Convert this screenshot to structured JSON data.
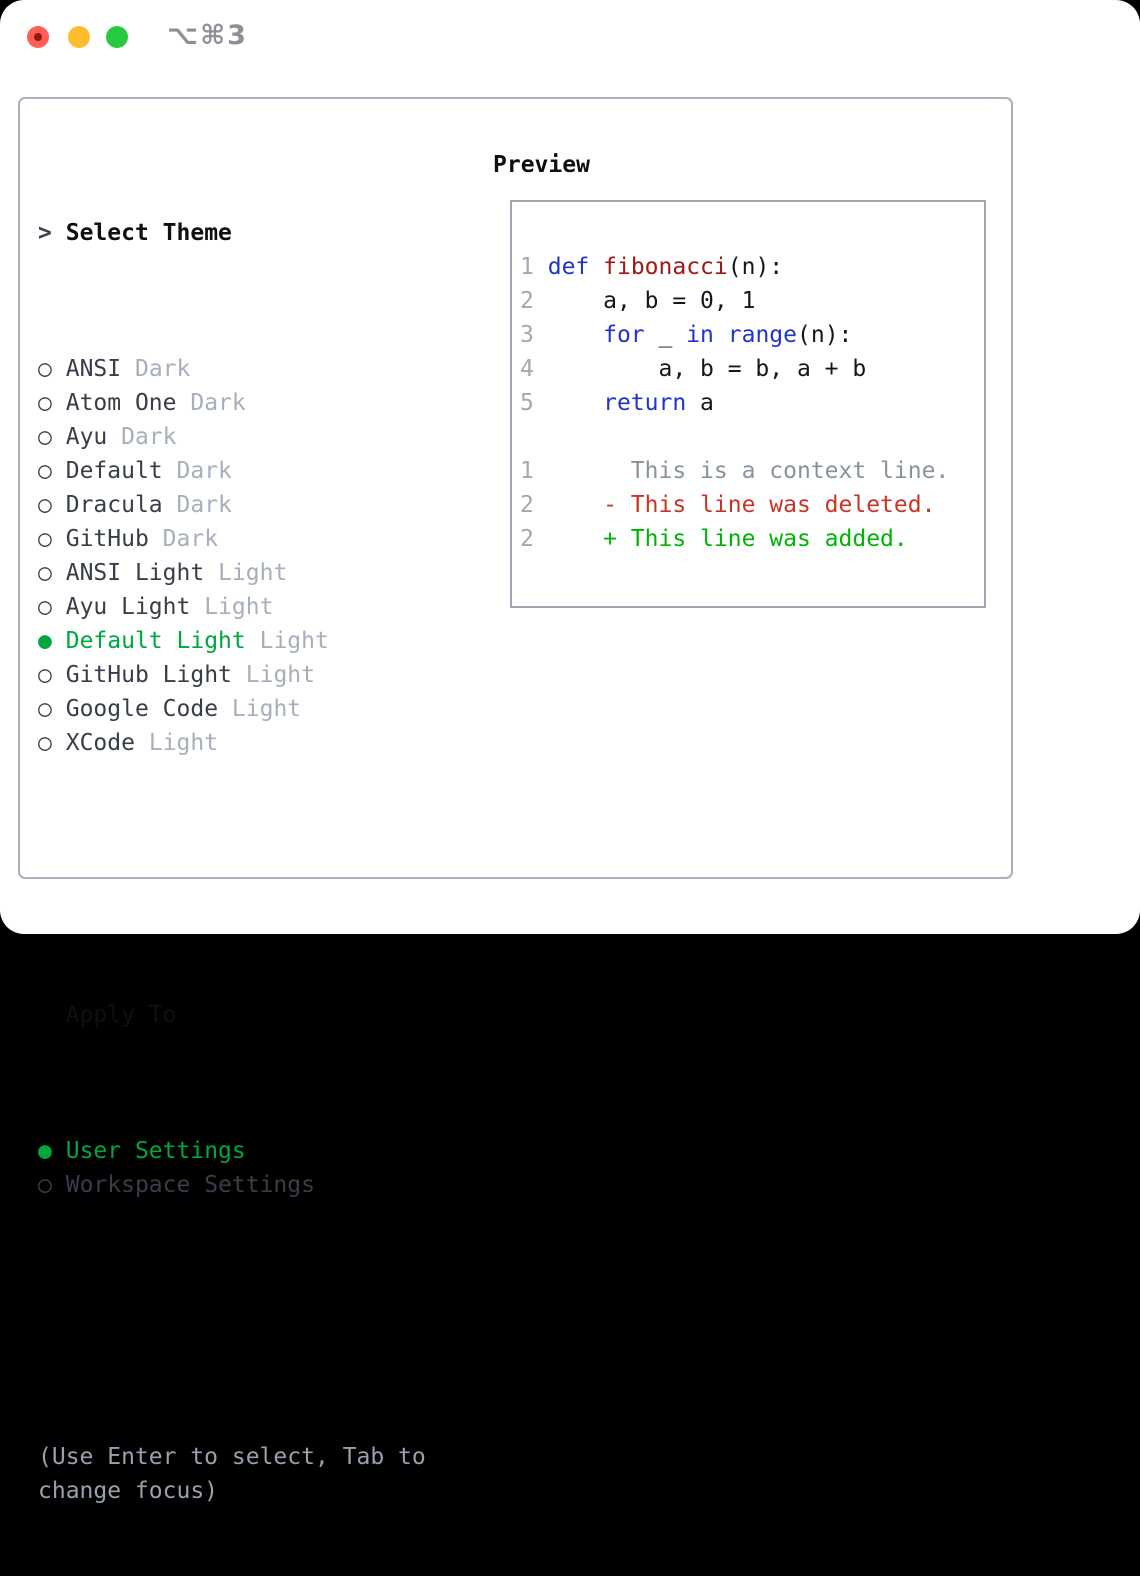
{
  "window": {
    "title": "⌥⌘3"
  },
  "theme_picker": {
    "prompt_marker": ">",
    "header": "Select Theme",
    "radio_unselected": "○",
    "radio_selected": "●",
    "options": [
      {
        "name": "ANSI",
        "variant": "Dark",
        "selected": false
      },
      {
        "name": "Atom One",
        "variant": "Dark",
        "selected": false
      },
      {
        "name": "Ayu",
        "variant": "Dark",
        "selected": false
      },
      {
        "name": "Default",
        "variant": "Dark",
        "selected": false
      },
      {
        "name": "Dracula",
        "variant": "Dark",
        "selected": false
      },
      {
        "name": "GitHub",
        "variant": "Dark",
        "selected": false
      },
      {
        "name": "ANSI Light",
        "variant": "Light",
        "selected": false
      },
      {
        "name": "Ayu Light",
        "variant": "Light",
        "selected": false
      },
      {
        "name": "Default Light",
        "variant": "Light",
        "selected": true
      },
      {
        "name": "GitHub Light",
        "variant": "Light",
        "selected": false
      },
      {
        "name": "Google Code",
        "variant": "Light",
        "selected": false
      },
      {
        "name": "XCode",
        "variant": "Light",
        "selected": false
      }
    ],
    "apply_to": {
      "header": "Apply To",
      "options": [
        {
          "name": "User Settings",
          "selected": true
        },
        {
          "name": "Workspace Settings",
          "selected": false
        }
      ]
    },
    "hint": "(Use Enter to select, Tab to change focus)"
  },
  "preview": {
    "header": "Preview",
    "lines": [
      [
        {
          "t": "1",
          "c": "ln"
        },
        {
          "t": " ",
          "c": "pl"
        },
        {
          "t": "def",
          "c": "kw"
        },
        {
          "t": " ",
          "c": "pl"
        },
        {
          "t": "fibonacci",
          "c": "fn"
        },
        {
          "t": "(n):",
          "c": "pl"
        }
      ],
      [
        {
          "t": "2",
          "c": "ln"
        },
        {
          "t": "     a, b = 0, 1",
          "c": "pl"
        }
      ],
      [
        {
          "t": "3",
          "c": "ln"
        },
        {
          "t": "     ",
          "c": "pl"
        },
        {
          "t": "for",
          "c": "kw"
        },
        {
          "t": " _ ",
          "c": "pl"
        },
        {
          "t": "in",
          "c": "kw"
        },
        {
          "t": " ",
          "c": "pl"
        },
        {
          "t": "range",
          "c": "kw"
        },
        {
          "t": "(n):",
          "c": "pl"
        }
      ],
      [
        {
          "t": "4",
          "c": "ln"
        },
        {
          "t": "         a, b = b, a + b",
          "c": "pl"
        }
      ],
      [
        {
          "t": "5",
          "c": "ln"
        },
        {
          "t": "     ",
          "c": "pl"
        },
        {
          "t": "return",
          "c": "kw"
        },
        {
          "t": " a",
          "c": "pl"
        }
      ],
      [],
      [
        {
          "t": "1",
          "c": "ln"
        },
        {
          "t": "       ",
          "c": "pl"
        },
        {
          "t": "This is a context line.",
          "c": "ctx"
        }
      ],
      [
        {
          "t": "2",
          "c": "ln"
        },
        {
          "t": "     ",
          "c": "pl"
        },
        {
          "t": "- This line was deleted.",
          "c": "del"
        }
      ],
      [
        {
          "t": "2",
          "c": "ln"
        },
        {
          "t": "     ",
          "c": "pl"
        },
        {
          "t": "+ This line was added.",
          "c": "add"
        }
      ]
    ]
  },
  "colors": {
    "selection_green": "#00a73e",
    "diff_added_green": "#00b407",
    "diff_deleted_red": "#c93425",
    "keyword_blue": "#2233cc",
    "function_dark_red": "#a01818",
    "plain_code": "#14161a",
    "muted_gray": "#a7afbc",
    "hint_gray": "#98a1ae",
    "line_number_gray": "#a0a8b4",
    "panel_border": "#a9b1bc",
    "preview_border": "#9ea7b2",
    "traffic_red": "#ff5f57",
    "traffic_yellow": "#ffbd2e",
    "traffic_green": "#28c841",
    "title_gray": "#8c9096"
  }
}
